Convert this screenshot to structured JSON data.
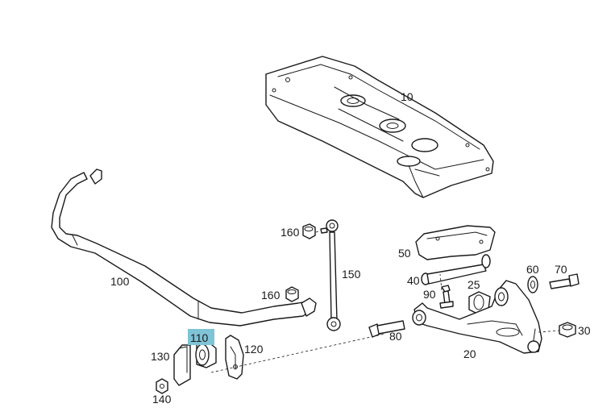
{
  "colors": {
    "line": "#1a1a1a",
    "background": "#ffffff",
    "highlight": "#7fc3d6"
  },
  "callouts": {
    "c10": "10",
    "c20": "20",
    "c25": "25",
    "c30": "30",
    "c40": "40",
    "c50": "50",
    "c60": "60",
    "c70": "70",
    "c80": "80",
    "c90": "90",
    "c100": "100",
    "c110": "110",
    "c120": "120",
    "c130": "130",
    "c140": "140",
    "c150": "150",
    "c160_upper": "160",
    "c160_lower": "160"
  },
  "highlighted_callout": "110"
}
